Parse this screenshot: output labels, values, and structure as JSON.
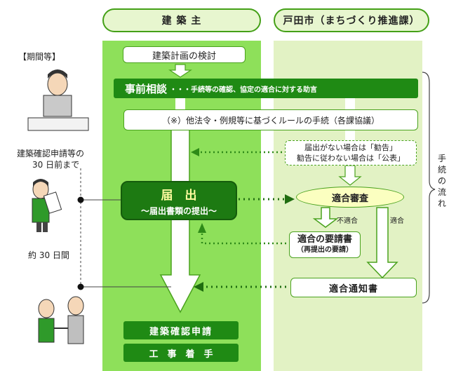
{
  "headers": {
    "owner": "建 築 主",
    "city": "戸田市（まちづくり推進課）"
  },
  "period_label": "【期間等】",
  "left_notes": {
    "deadline_line1": "建築確認申請等の",
    "deadline_line2": "30 日前まで",
    "approx": "約 30 日間"
  },
  "flow_side_label": [
    "手",
    "続",
    "の",
    "流",
    "れ"
  ],
  "steps": {
    "review": "建築計画の検討",
    "consult_main": "事前相談",
    "consult_sub": "・・・手続等の確認、協定の適合に対する助言",
    "other_rules": "（※）他法令・例規等に基づくルールの手続（各課協議）",
    "notice_line1": "届出がない場合は「勧告」",
    "notice_line2": "勧告に従わない場合は「公表」",
    "submit_title": "届　出",
    "submit_sub": "～届出書類の提出～",
    "review_check": "適合審査",
    "nonconform": "不適合",
    "conform": "適合",
    "request_title": "適合の要請書",
    "request_sub": "（再提出の要請）",
    "notify": "適合通知書",
    "app": "建築確認申請",
    "start": "工　事　着　手"
  }
}
